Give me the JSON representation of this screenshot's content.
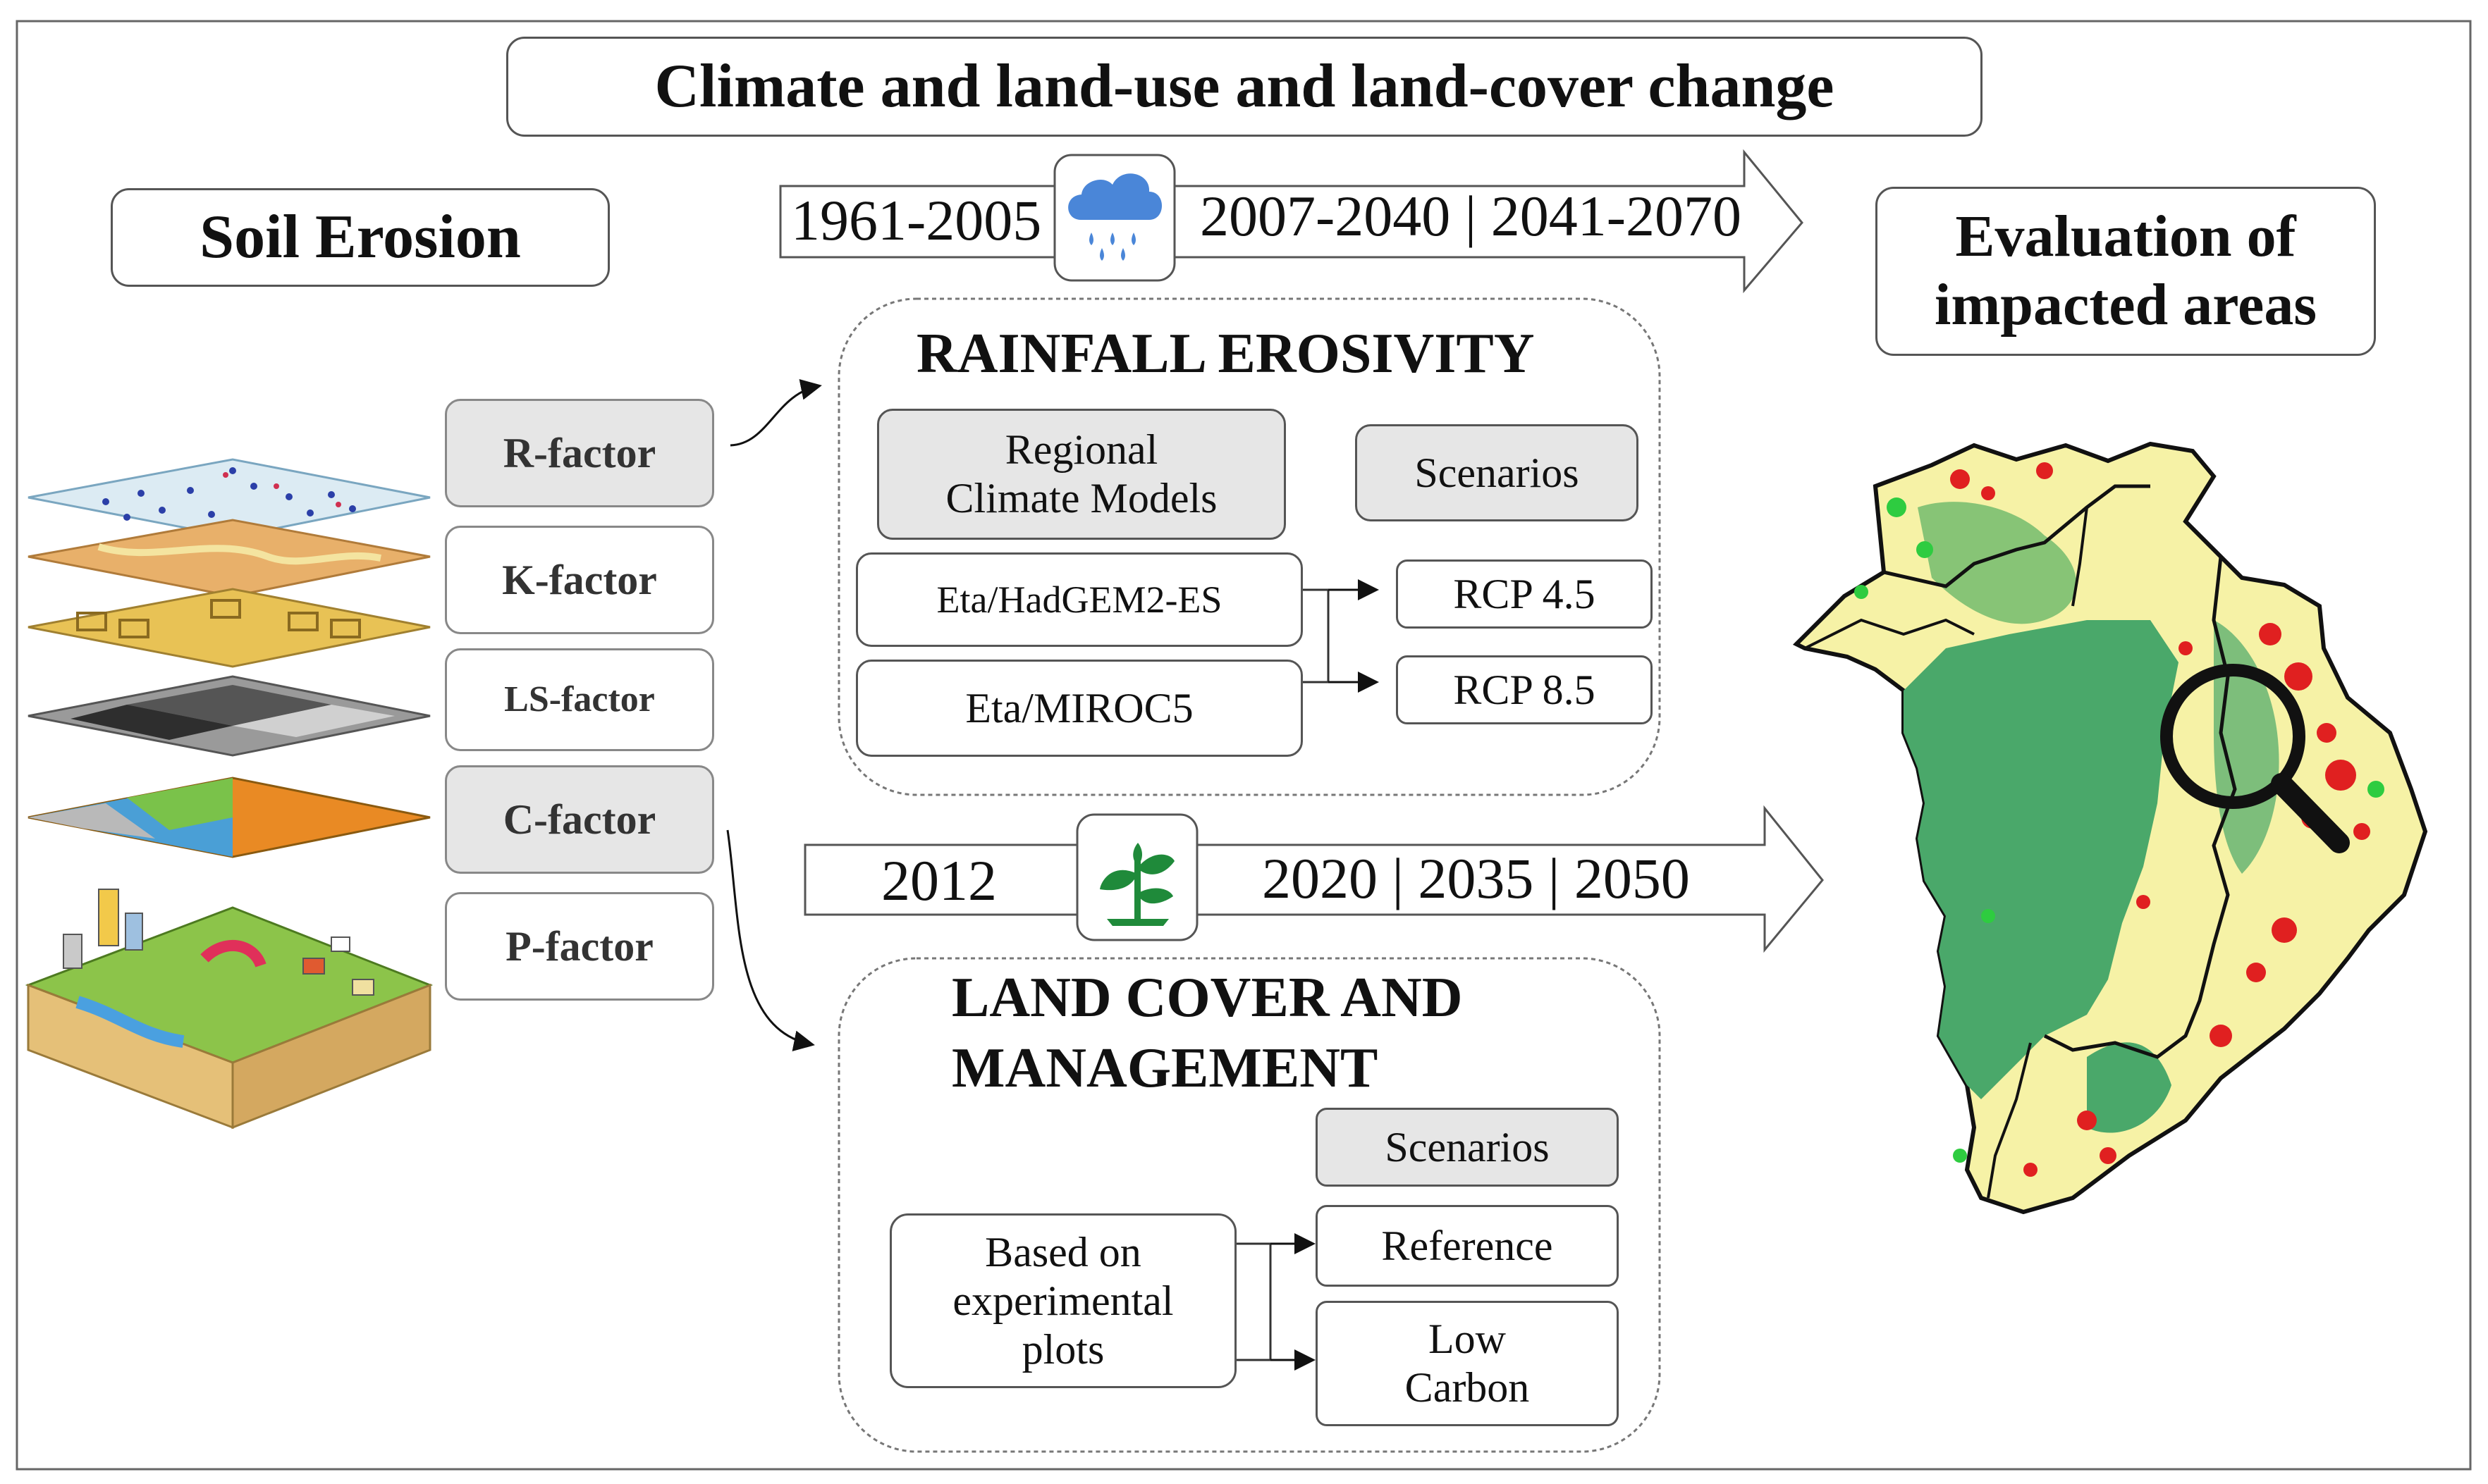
{
  "title": "Climate and land-use and land-cover change",
  "soil_erosion": "Soil Erosion",
  "evaluation": {
    "line1": "Evaluation of",
    "line2": "impacted areas"
  },
  "factors": [
    "R-factor",
    "K-factor",
    "LS-factor",
    "C-factor",
    "P-factor"
  ],
  "climate_timeline": {
    "baseline": "1961-2005",
    "future": "2007-2040 | 2041-2070",
    "icon": "rain-cloud-icon"
  },
  "landuse_timeline": {
    "baseline": "2012",
    "future": "2020 | 2035 | 2050",
    "icon": "plant-sprout-icon"
  },
  "rainfall": {
    "title": "RAINFALL EROSIVITY",
    "models_label_1": "Regional",
    "models_label_2": "Climate Models",
    "scenarios_label": "Scenarios",
    "models": [
      "Eta/HadGEM2-ES",
      "Eta/MIROC5"
    ],
    "rcps": [
      "RCP 4.5",
      "RCP 8.5"
    ]
  },
  "landcover": {
    "title_1": "LAND COVER AND",
    "title_2": "MANAGEMENT",
    "scenarios_label": "Scenarios",
    "basis_1": "Based on",
    "basis_2": "experimental",
    "basis_3": "plots",
    "scenario_reference": "Reference",
    "scenario_low_1": "Low",
    "scenario_low_2": "Carbon"
  },
  "colors": {
    "box_fill": "#e6e6e6",
    "map_green": "#4aa86a",
    "map_yellow": "#f6f2a6",
    "map_red": "#e02020",
    "rain_blue": "#4a86d8",
    "plant_green": "#1f8a3a"
  }
}
